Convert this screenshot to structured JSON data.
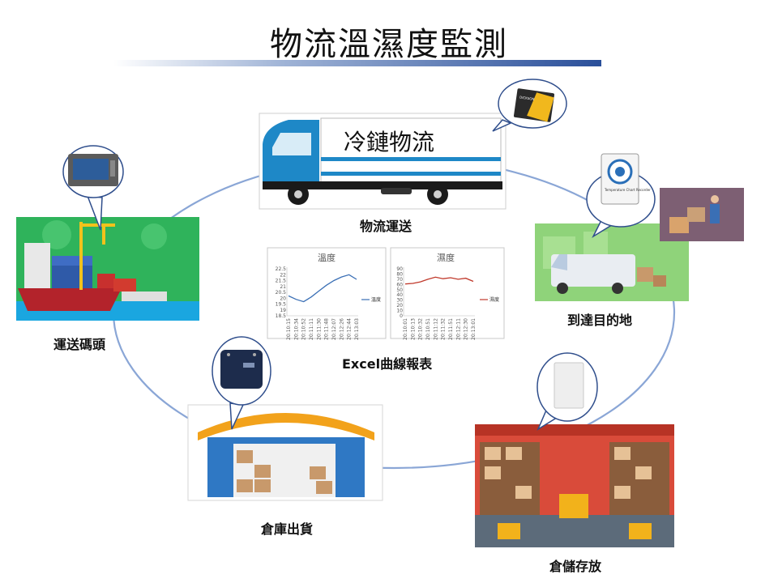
{
  "title": "物流溫濕度監測",
  "truck_text": "冷鏈物流",
  "captions": {
    "logistics": "物流運送",
    "destination": "到達目的地",
    "storage": "倉儲存放",
    "warehouse_out": "倉庫出貨",
    "dock": "運送碼頭",
    "excel": "Excel曲線報表"
  },
  "device_labels": {
    "dickson_card": "DICKSON",
    "recorder": "Temperature Chart Recorder"
  },
  "colors": {
    "temp_line": "#3a6fb5",
    "humi_line": "#c0392b",
    "cycle": "#8aa6d6",
    "truck_blue": "#1e88c7"
  },
  "chart_data": [
    {
      "type": "line",
      "title": "溫度",
      "ylim": [
        18.5,
        22.5
      ],
      "yticks": [
        "22.5",
        "22",
        "21.5",
        "21",
        "20.5",
        "20",
        "19.5",
        "19",
        "18.5"
      ],
      "x": [
        "20:10:15",
        "20:10:34",
        "20:10:52",
        "20:11:11",
        "20:11:30",
        "20:11:48",
        "20:12:07",
        "20:12:26",
        "20:12:44",
        "20:13:03"
      ],
      "series": [
        {
          "name": "溫度",
          "values": [
            20.2,
            19.9,
            19.7,
            20.1,
            20.6,
            21.1,
            21.5,
            21.8,
            22.0,
            21.6
          ]
        }
      ]
    },
    {
      "type": "line",
      "title": "濕度",
      "ylim": [
        0,
        90
      ],
      "yticks": [
        "90",
        "80",
        "70",
        "60",
        "50",
        "40",
        "30",
        "20",
        "10",
        "0"
      ],
      "x": [
        "20:10:01",
        "20:10:13",
        "20:10:32",
        "20:10:51",
        "20:11:12",
        "20:11:32",
        "20:11:51",
        "20:12:11",
        "20:12:30",
        "20:13:01"
      ],
      "series": [
        {
          "name": "濕度",
          "values": [
            61,
            62,
            65,
            70,
            74,
            71,
            73,
            70,
            72,
            66
          ]
        }
      ]
    }
  ]
}
